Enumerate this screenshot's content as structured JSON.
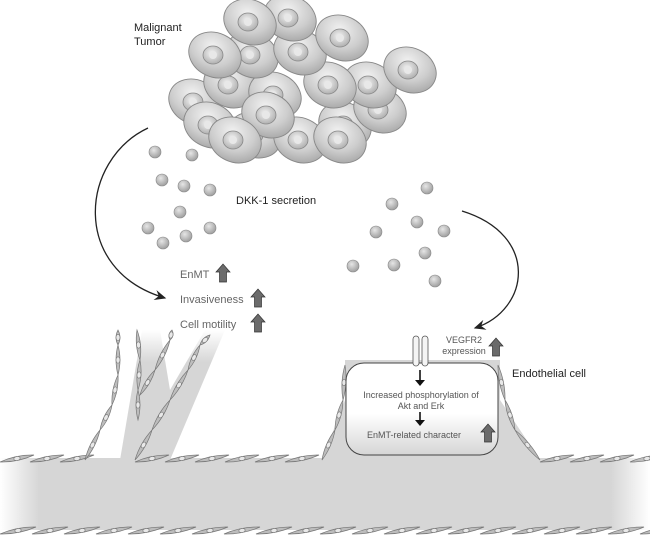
{
  "labels": {
    "tumor_line1": "Malignant",
    "tumor_line2": "Tumor",
    "secretion": "DKK-1 secretion",
    "effects": [
      "EnMT",
      "Invasiveness",
      "Cell motility"
    ],
    "vegfr2_line1": "VEGFR2",
    "vegfr2_line2": "expression",
    "endothelial": "Endothelial cell",
    "phospho_line1": "Increased phosphorylation of",
    "phospho_line2": "Akt and Erk",
    "enmt_character": "EnMT-related character"
  },
  "colors": {
    "cell_fill": "#c8c8c8",
    "cell_stroke": "#8a8a8a",
    "vessel": "#d4d4d4",
    "up_arrow": "#6b6b6b",
    "text_dark": "#222222",
    "text_gray": "#666666"
  }
}
